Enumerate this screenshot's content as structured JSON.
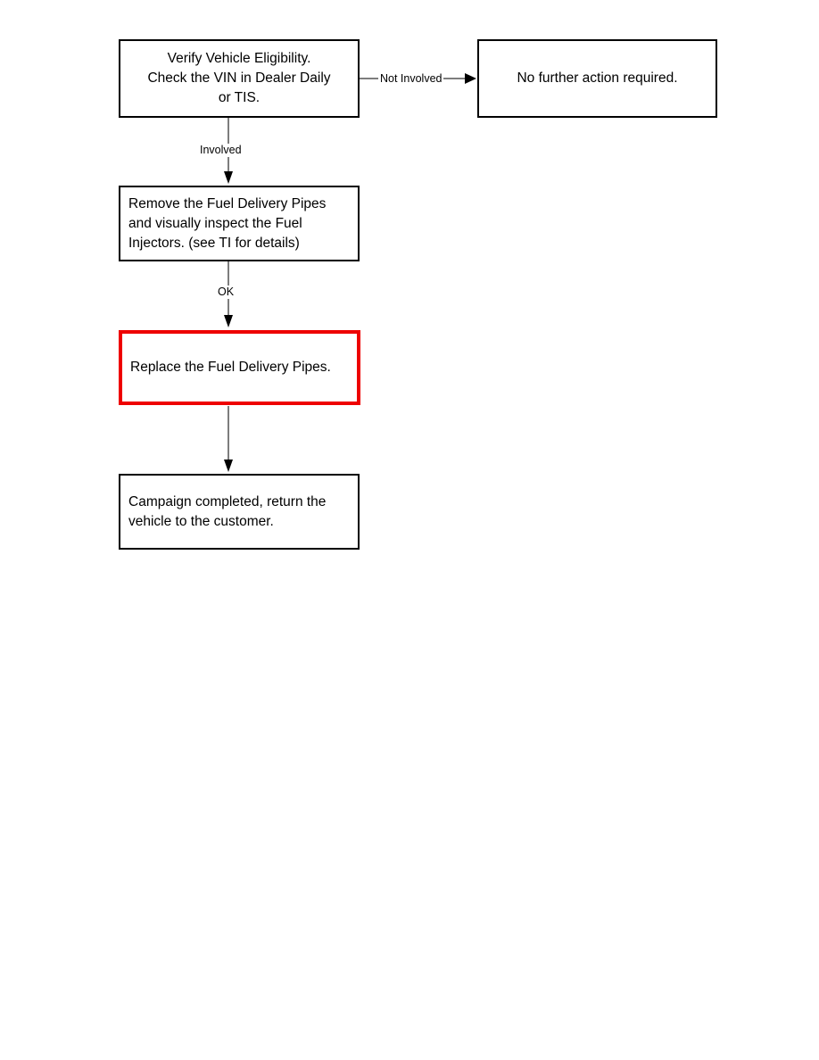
{
  "document": {
    "type": "flowchart",
    "title": "Campaign Repair Flowchart",
    "background_color": "#ffffff"
  },
  "theme": {
    "node_border_color": "#000000",
    "emphasis_border_color": "#ee0000",
    "connector_color": "#7d7d7d",
    "arrowhead_color": "#000000",
    "text_color": "#000000"
  },
  "nodes": [
    {
      "id": "verify-eligibility",
      "text": "Verify Vehicle Eligibility.\nCheck the VIN in Dealer Daily\nor TIS.",
      "align": "center",
      "emphasis": false
    },
    {
      "id": "no-action",
      "text": "No further action required.",
      "align": "center",
      "emphasis": false
    },
    {
      "id": "remove-inspect",
      "text": "Remove the Fuel Delivery Pipes\nand visually inspect the Fuel\nInjectors. (see TI for details)",
      "align": "left",
      "emphasis": false
    },
    {
      "id": "replace-pipes",
      "text": "Replace the Fuel Delivery Pipes.",
      "align": "left",
      "emphasis": true
    },
    {
      "id": "campaign-complete",
      "text": "Campaign completed, return the\nvehicle to the customer.",
      "align": "left",
      "emphasis": false
    }
  ],
  "edges": [
    {
      "id": "not-involved",
      "from": "verify-eligibility",
      "to": "no-action",
      "label": "Not Involved",
      "direction": "right"
    },
    {
      "id": "involved",
      "from": "verify-eligibility",
      "to": "remove-inspect",
      "label": "Involved",
      "direction": "down"
    },
    {
      "id": "ok",
      "from": "remove-inspect",
      "to": "replace-pipes",
      "label": "OK",
      "direction": "down"
    },
    {
      "id": "replace-to-complete",
      "from": "replace-pipes",
      "to": "campaign-complete",
      "label": "",
      "direction": "down"
    }
  ]
}
